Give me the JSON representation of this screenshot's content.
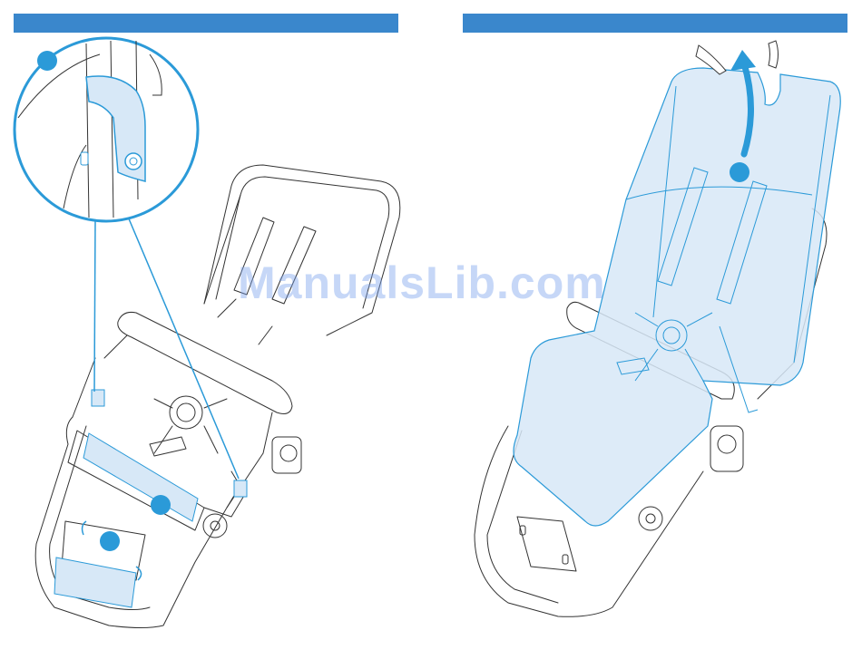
{
  "colors": {
    "header_bar": "#3a87cc",
    "accent": "#2b9ad8",
    "highlight_fill": "#d7e8f7",
    "line": "#333333",
    "watermark": "#78a0eb"
  },
  "watermark": {
    "text": "ManualsLib.com"
  },
  "left_panel": {
    "callout_markers": [
      "",
      "",
      ""
    ]
  },
  "right_panel": {
    "callout_markers": [
      ""
    ]
  },
  "icons": [
    "lift-arrow-icon",
    "detail-zoom-circle",
    "stroller-seat-illustration"
  ]
}
